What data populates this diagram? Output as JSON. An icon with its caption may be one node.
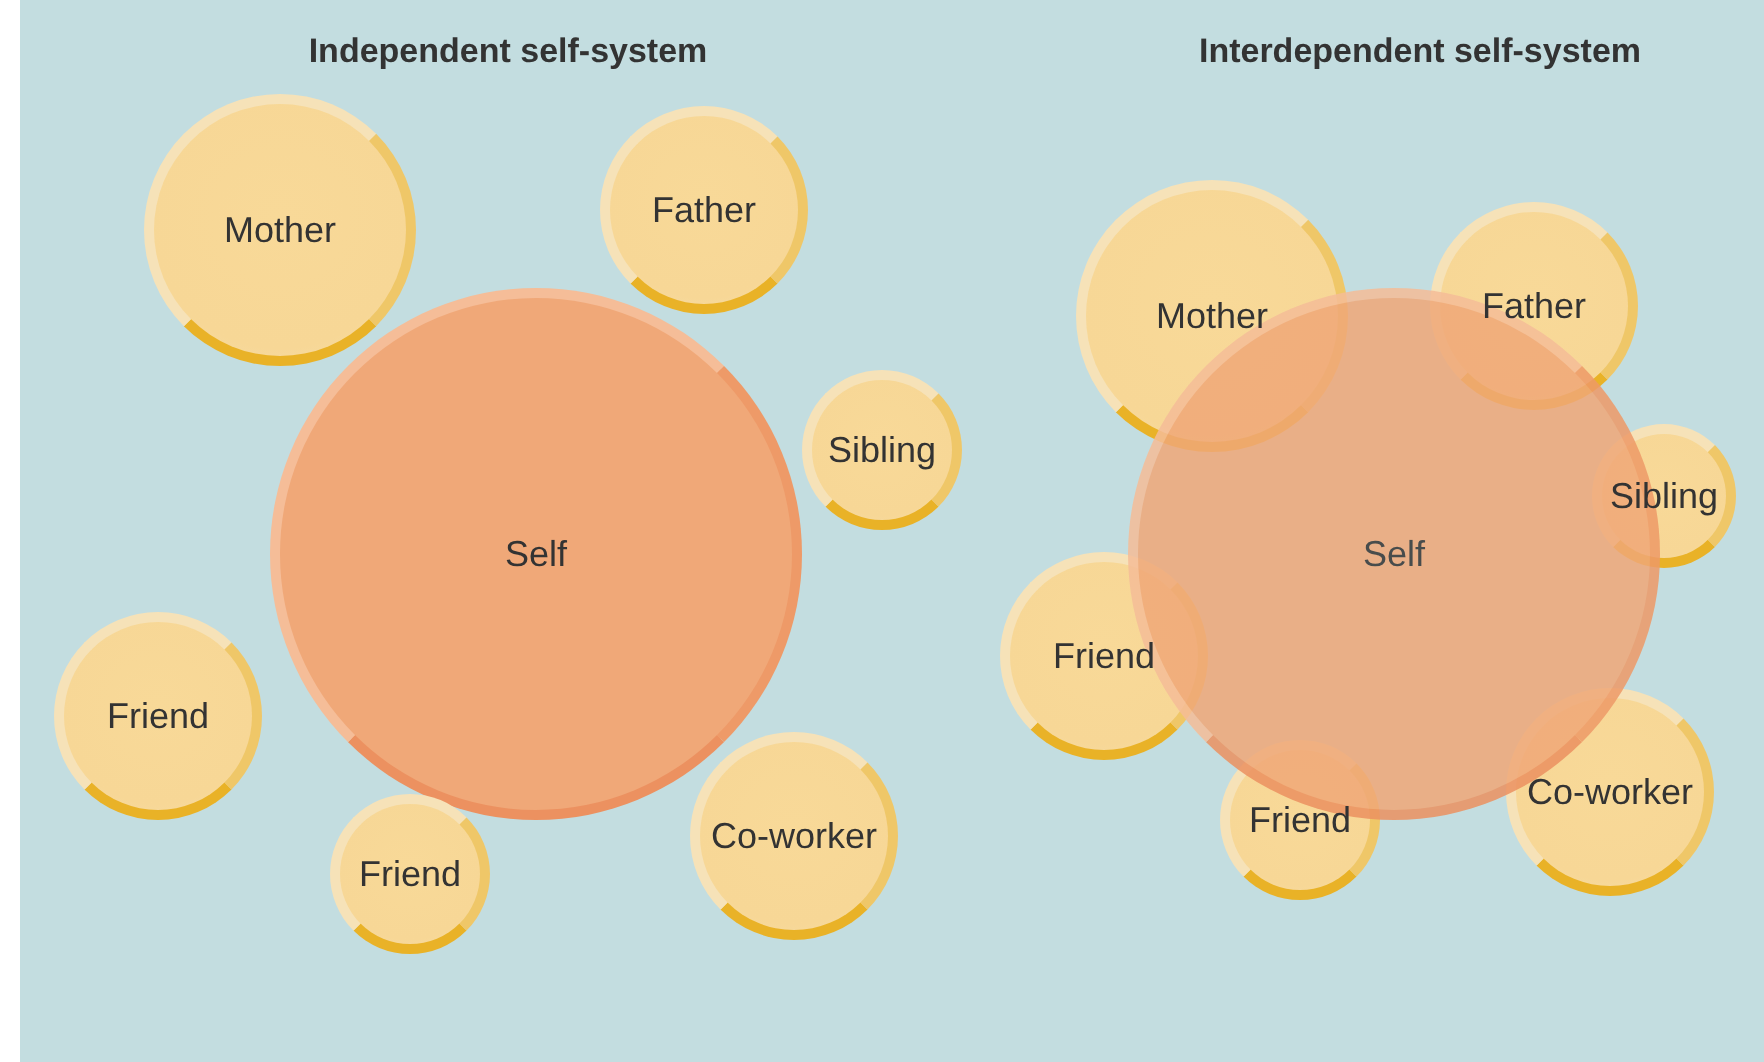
{
  "diagram": {
    "nodes": [
      {
        "text": [
          "Mother"
        ]
      },
      {
        "text": [
          "Father"
        ]
      },
      {
        "text": [
          "Self"
        ]
      },
      {
        "text": [
          "Sibling"
        ]
      },
      {
        "text": [
          "Friend"
        ]
      },
      {
        "text": [
          "Friend"
        ]
      },
      {
        "text": [
          "Co-worker"
        ]
      },
      {
        "text": [
          "Mother"
        ]
      },
      {
        "text": [
          "Father"
        ]
      },
      {
        "text": [
          "Self"
        ]
      },
      {
        "text": [
          "Sibling"
        ]
      },
      {
        "text": [
          "Friend"
        ]
      },
      {
        "text": [
          "Friend"
        ]
      },
      {
        "text": [
          "Co-worker"
        ]
      }
    ],
    "edges": [],
    "labels": [
      "Independent self-system",
      "Interdependent self-system"
    ]
  }
}
